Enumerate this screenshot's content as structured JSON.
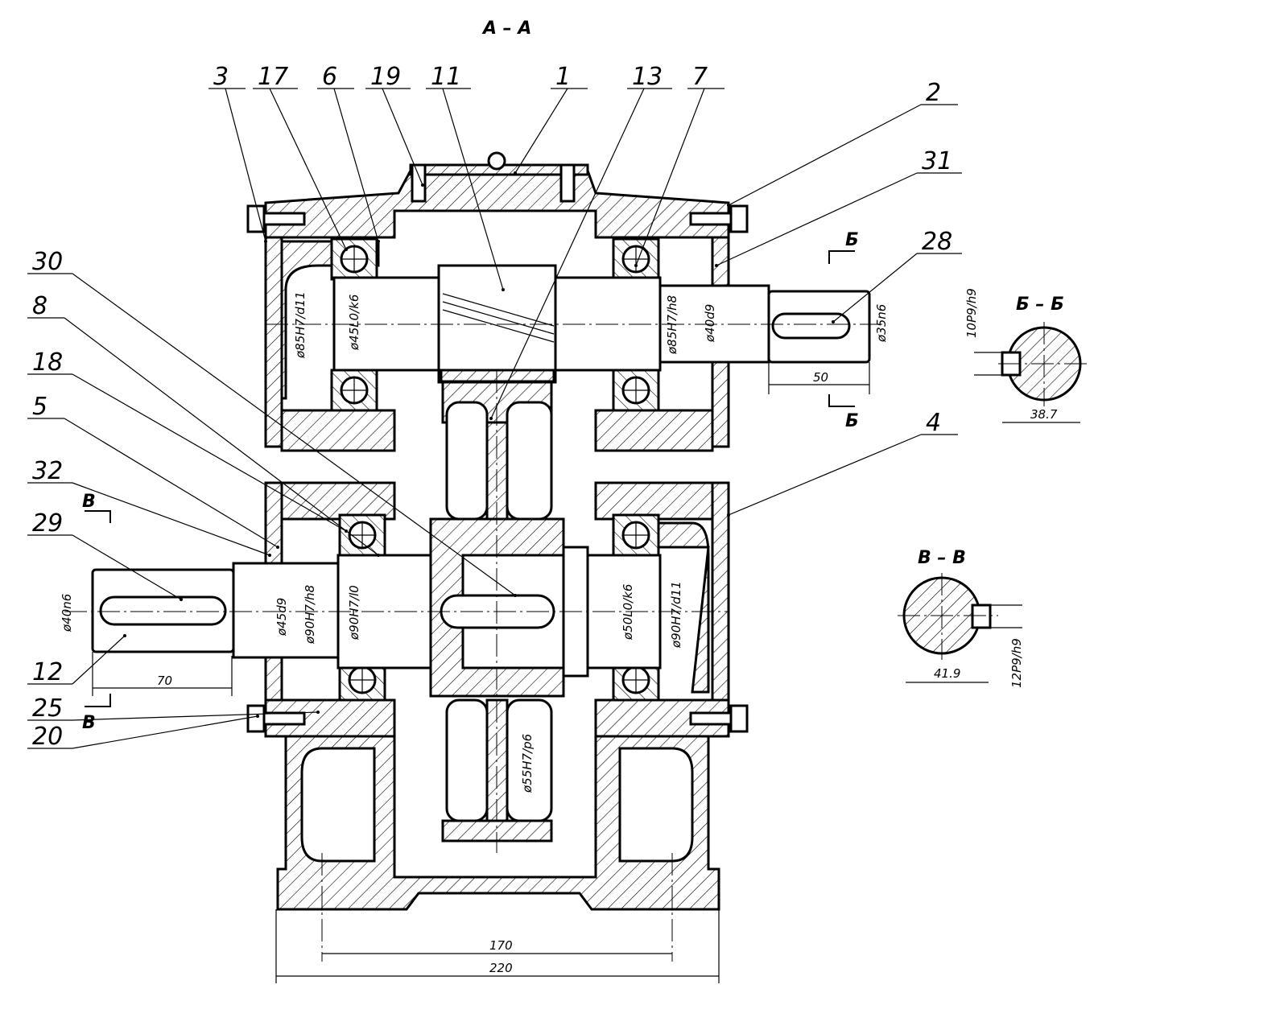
{
  "title": "A – A",
  "balloons": [
    "3",
    "17",
    "6",
    "19",
    "11",
    "1",
    "13",
    "7",
    "2",
    "31",
    "28",
    "4",
    "30",
    "8",
    "18",
    "5",
    "32",
    "29",
    "12",
    "25",
    "20"
  ],
  "dimensions": {
    "upper": [
      "ø85H7/d11",
      "ø45L0/k6",
      "ø85H7/h8",
      "ø40d9",
      "ø35n6"
    ],
    "lower": [
      "ø40n6",
      "ø45d9",
      "ø90H7/h8",
      "ø90H7/l0",
      "ø50L0/k6",
      "ø90H7/d11",
      "ø55H7/p6"
    ],
    "len_upper_shaft": "50",
    "len_lower_shaft": "70",
    "base_inner": "170",
    "base_outer": "220"
  },
  "section_marks": {
    "b": "Б",
    "v": "В"
  },
  "section_b": {
    "title": "Б – Б",
    "key": "10P9/h9",
    "depth": "38.7"
  },
  "section_v": {
    "title": "В – В",
    "key": "12P9/h9",
    "depth": "41.9"
  }
}
